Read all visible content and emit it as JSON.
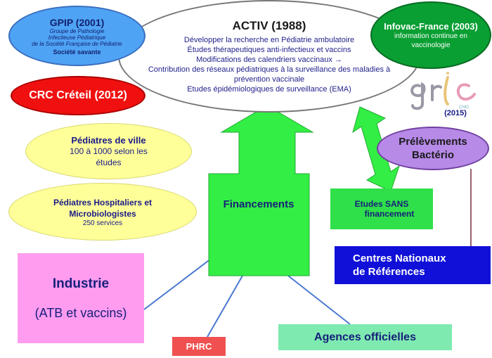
{
  "activ": {
    "title": "ACTIV (1988)",
    "lines": [
      "Développer la recherche en Pédiatrie ambulatoire",
      "Études thérapeutiques anti-infectieux  et vaccins",
      "Modifications des calendriers vaccinaux →",
      "Contribution des réseaux pédiatriques à la surveillance des maladies à",
      "prévention vaccinale",
      "Etudes épidémiologiques de surveillance  (EMA)"
    ]
  },
  "gpip": {
    "title": "GPIP (2001)",
    "sub": [
      "Groupe de Pathologie",
      "Infectieuse Pédiatrique",
      "de la Société Française de Pédiatrie"
    ],
    "badge": "Société savante"
  },
  "infovac": {
    "title": "Infovac-France (2003)",
    "sub": [
      "information continue en",
      "vaccinologie"
    ]
  },
  "crc": {
    "title": "CRC Créteil (2012)"
  },
  "gric": {
    "year": "(2015)"
  },
  "pediatres_ville": {
    "title": "Pédiatres de ville",
    "sub": [
      "100 à 1000 selon les",
      "études"
    ]
  },
  "pediatres_hosp": {
    "title": [
      "Pédiatres Hospitaliers et",
      "Microbiologistes"
    ],
    "sub": "250 services"
  },
  "prelevements": {
    "title": [
      "Prélèvements",
      "Bactério"
    ]
  },
  "etudes_sans": {
    "lines": [
      "Etudes SANS",
      "financement"
    ]
  },
  "centres": {
    "lines": [
      "Centres Nationaux",
      "de Références"
    ]
  },
  "financements": {
    "label": "Financements"
  },
  "industrie": {
    "title": "Industrie",
    "sub": "(ATB et vaccins)"
  },
  "phrc": {
    "label": "PHRC"
  },
  "agences": {
    "label": "Agences officielles"
  },
  "colors": {
    "activ_text": "#1f1f8a",
    "gpip": "#4fa3f5",
    "infovac": "#0a9f33",
    "crc": "#f01010",
    "pediatres": "#ffff99",
    "prelevements": "#b78ae8",
    "arrows": "#33ee44",
    "centres": "#1010d8",
    "industrie": "#ff9cf0",
    "phrc": "#f05050",
    "agences": "#7eeab0"
  }
}
